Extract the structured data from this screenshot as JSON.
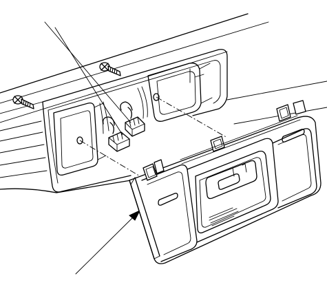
{
  "figure": {
    "background": "#ffffff",
    "line_color": "#000000"
  },
  "parts": [
    {
      "name": "screw-left",
      "kind": "screw"
    },
    {
      "name": "screw-right",
      "kind": "screw"
    },
    {
      "name": "connector-upper",
      "kind": "electrical-connector"
    },
    {
      "name": "connector-lower",
      "kind": "electrical-connector"
    },
    {
      "name": "switch-panel",
      "kind": "trim-panel"
    }
  ],
  "callouts": [
    {
      "name": "screw-callout"
    },
    {
      "name": "panel-callout"
    }
  ]
}
